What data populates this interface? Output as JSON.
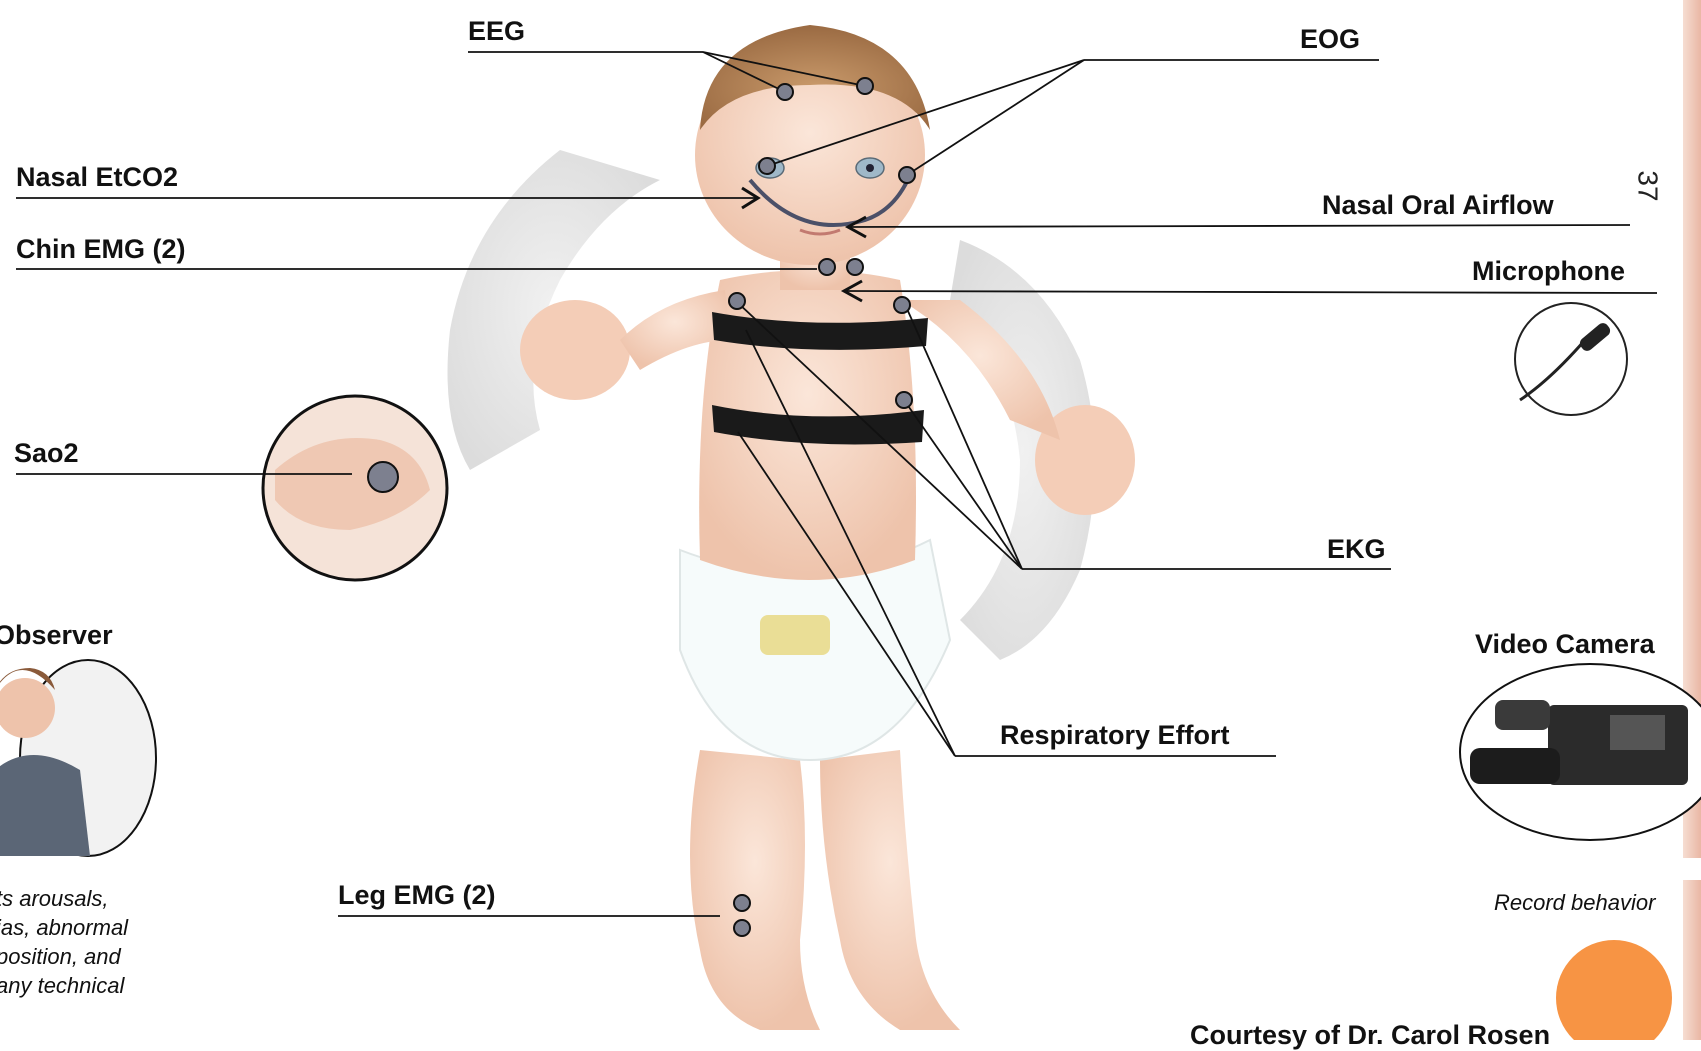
{
  "labels": {
    "eeg": "EEG",
    "eog": "EOG",
    "nasal_etco2": "Nasal EtCO2",
    "nasal_oral_airflow": "Nasal Oral Airflow",
    "chin_emg": "Chin EMG (2)",
    "microphone": "Microphone",
    "sao2": "Sao2",
    "ekg": "EKG",
    "observer": "Observer",
    "video_camera": "Video Camera",
    "respiratory_effort": "Respiratory Effort",
    "leg_emg": "Leg EMG (2)"
  },
  "observer_caption": [
    "ts arousals,",
    "ias, abnormal",
    "position, and",
    "  any technical"
  ],
  "camera_caption": "Record behavior",
  "credit": "Courtesy of Dr. Carol Rosen",
  "slide_number": "37",
  "colors": {
    "sensor": "#7d808f",
    "strap": "#1a1a1a",
    "accent_circle": "#f79444",
    "skin": "#f3d2bd"
  }
}
